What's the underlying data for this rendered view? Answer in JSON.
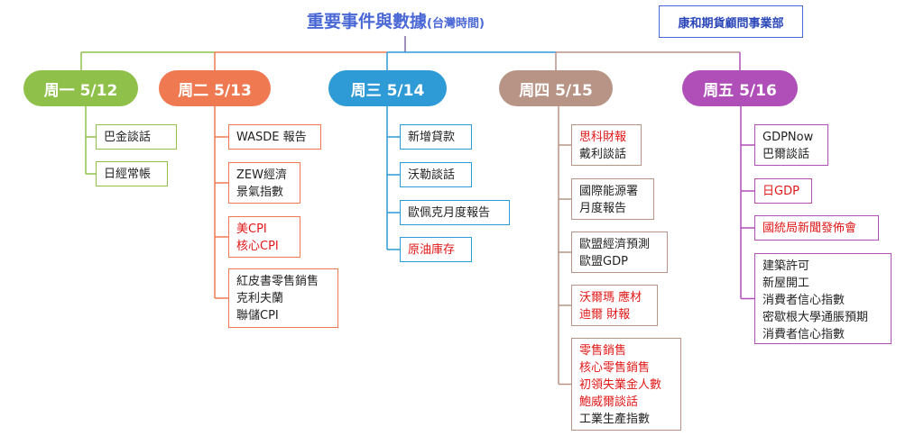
{
  "title": {
    "main": "重要事件與數據",
    "sub": "(台灣時間)"
  },
  "org": "康和期貨顧問事業部",
  "colors": {
    "title": "#4a67d6",
    "mon": "#8fc04a",
    "tue": "#ef7a52",
    "wed": "#2e9ad6",
    "thu": "#b89486",
    "fri": "#b04fb8",
    "highlight": "#e01818"
  },
  "days": [
    {
      "label": "周一 5/12",
      "items": [
        {
          "lines": [
            {
              "text": "巴金談話",
              "red": false
            }
          ]
        },
        {
          "lines": [
            {
              "text": "日經常帳",
              "red": false
            }
          ]
        }
      ]
    },
    {
      "label": "周二 5/13",
      "items": [
        {
          "lines": [
            {
              "text": "WASDE 報告",
              "red": false
            }
          ]
        },
        {
          "lines": [
            {
              "text": "ZEW經濟",
              "red": false
            },
            {
              "text": "景氣指數",
              "red": false
            }
          ]
        },
        {
          "lines": [
            {
              "text": "美CPI",
              "red": true
            },
            {
              "text": "核心CPI",
              "red": true
            }
          ]
        },
        {
          "lines": [
            {
              "text": "紅皮書零售銷售",
              "red": false
            },
            {
              "text": "克利夫蘭",
              "red": false
            },
            {
              "text": "聯儲CPI",
              "red": false
            }
          ]
        }
      ]
    },
    {
      "label": "周三 5/14",
      "items": [
        {
          "lines": [
            {
              "text": "新增貸款",
              "red": false
            }
          ]
        },
        {
          "lines": [
            {
              "text": "沃勒談話",
              "red": false
            }
          ]
        },
        {
          "lines": [
            {
              "text": "歐佩克月度報告",
              "red": false
            }
          ]
        },
        {
          "lines": [
            {
              "text": "原油庫存",
              "red": true
            }
          ]
        }
      ]
    },
    {
      "label": "周四 5/15",
      "items": [
        {
          "lines": [
            {
              "text": "思科財報",
              "red": true
            },
            {
              "text": "戴利談話",
              "red": false
            }
          ]
        },
        {
          "lines": [
            {
              "text": "國際能源署",
              "red": false
            },
            {
              "text": "月度報告",
              "red": false
            }
          ]
        },
        {
          "lines": [
            {
              "text": "歐盟經濟預測",
              "red": false
            },
            {
              "text": "歐盟GDP",
              "red": false
            }
          ]
        },
        {
          "lines": [
            {
              "text": "沃爾瑪 應材",
              "red": true
            },
            {
              "text": "迪爾 財報",
              "red": true
            }
          ]
        },
        {
          "lines": [
            {
              "text": "零售銷售",
              "red": true
            },
            {
              "text": "核心零售銷售",
              "red": true
            },
            {
              "text": "初領失業金人數",
              "red": true
            },
            {
              "text": "鮑威爾談話",
              "red": true
            },
            {
              "text": "工業生產指數",
              "red": false
            }
          ]
        }
      ]
    },
    {
      "label": "周五 5/16",
      "items": [
        {
          "lines": [
            {
              "text": "GDPNow",
              "red": false
            },
            {
              "text": "巴爾談話",
              "red": false
            }
          ]
        },
        {
          "lines": [
            {
              "text": "日GDP",
              "red": true
            }
          ]
        },
        {
          "lines": [
            {
              "text": "國統局新聞發佈會",
              "red": true
            }
          ]
        },
        {
          "lines": [
            {
              "text": "建築許可",
              "red": false
            },
            {
              "text": "新屋開工",
              "red": false
            },
            {
              "text": "消費者信心指數",
              "red": false
            },
            {
              "text": "密歇根大學通脹預期",
              "red": false
            },
            {
              "text": "消費者信心指數",
              "red": false
            }
          ]
        }
      ]
    }
  ]
}
